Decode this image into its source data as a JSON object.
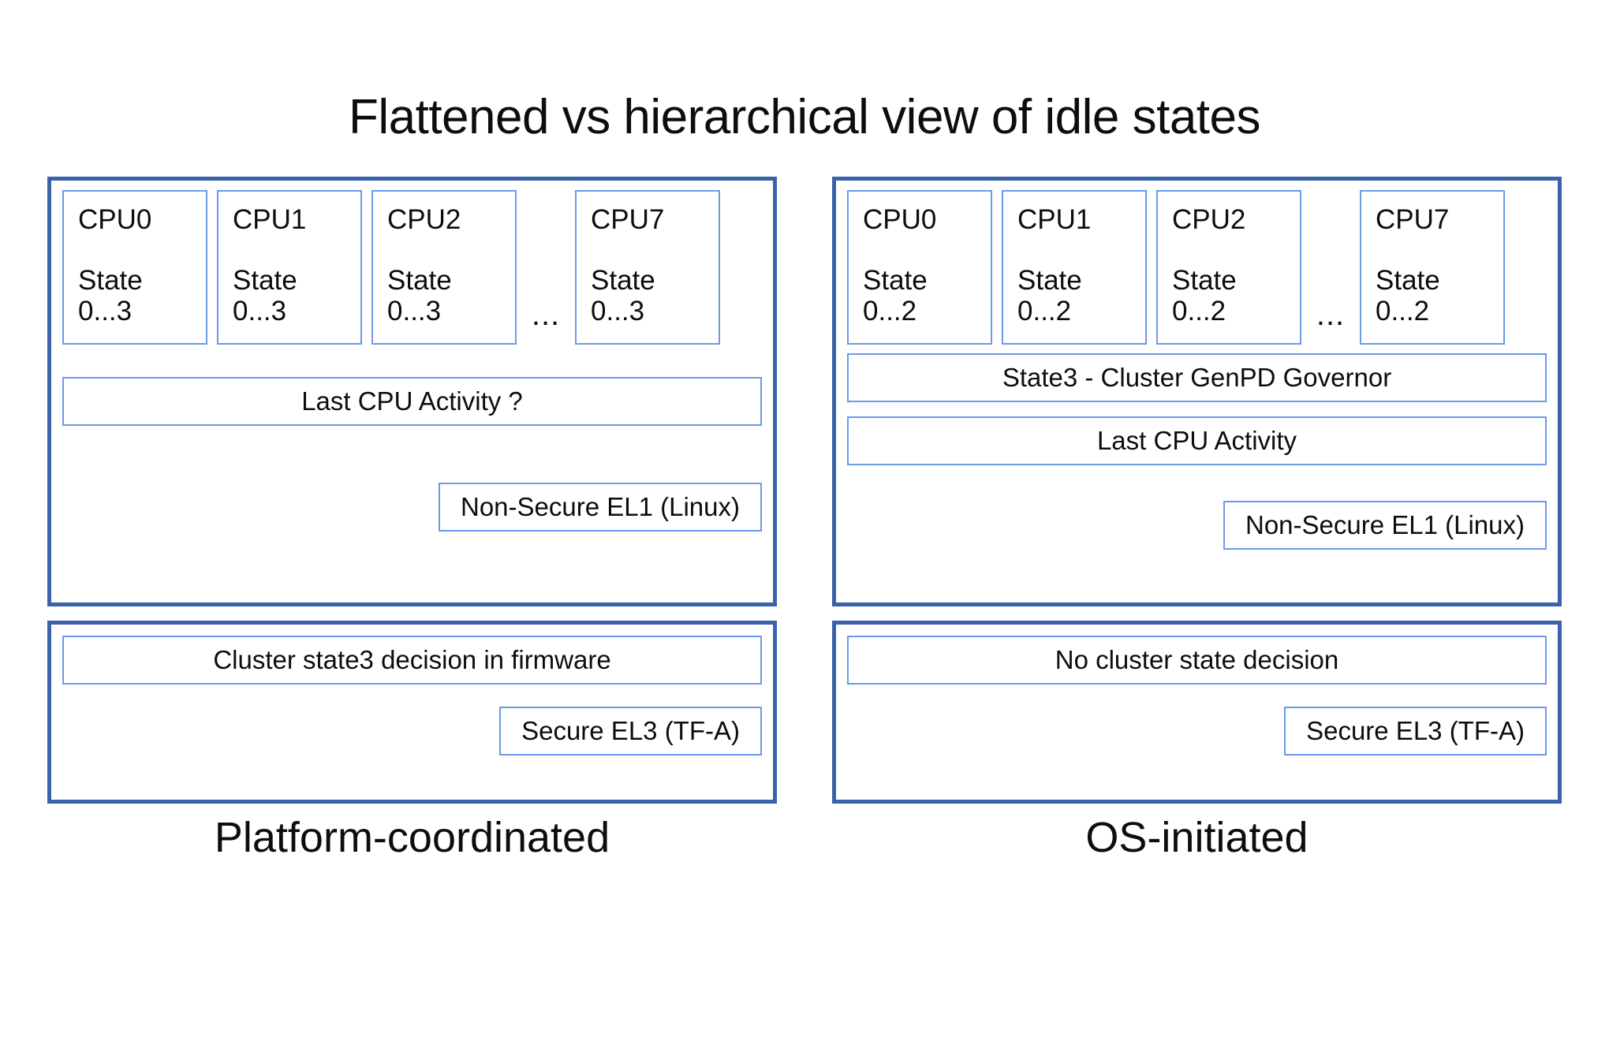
{
  "title": "Flattened vs hierarchical view of idle states",
  "columns": [
    {
      "caption": "Platform-coordinated",
      "os_panel": {
        "cpus": [
          {
            "name": "CPU0",
            "state_label": "State",
            "state_range": "0...3"
          },
          {
            "name": "CPU1",
            "state_label": "State",
            "state_range": "0...3"
          },
          {
            "name": "CPU2",
            "state_label": "State",
            "state_range": "0...3"
          },
          {
            "name": "CPU7",
            "state_label": "State",
            "state_range": "0...3"
          }
        ],
        "ellipsis": "...",
        "governor_bar": null,
        "activity_bar": "Last CPU Activity ?",
        "level_tag": "Non-Secure EL1 (Linux)"
      },
      "fw_panel": {
        "decision_bar": "Cluster state3 decision in firmware",
        "level_tag": "Secure EL3 (TF-A)"
      }
    },
    {
      "caption": "OS-initiated",
      "os_panel": {
        "cpus": [
          {
            "name": "CPU0",
            "state_label": "State",
            "state_range": "0...2"
          },
          {
            "name": "CPU1",
            "state_label": "State",
            "state_range": "0...2"
          },
          {
            "name": "CPU2",
            "state_label": "State",
            "state_range": "0...2"
          },
          {
            "name": "CPU7",
            "state_label": "State",
            "state_range": "0...2"
          }
        ],
        "ellipsis": "...",
        "governor_bar": "State3 - Cluster GenPD Governor",
        "activity_bar": "Last CPU Activity",
        "level_tag": "Non-Secure EL1 (Linux)"
      },
      "fw_panel": {
        "decision_bar": "No cluster state decision",
        "level_tag": "Secure EL3 (TF-A)"
      }
    }
  ],
  "colors": {
    "panel_border": "#3a62ab",
    "box_border": "#6a9ae8",
    "background": "#ffffff",
    "text": "#0d0d0d"
  }
}
